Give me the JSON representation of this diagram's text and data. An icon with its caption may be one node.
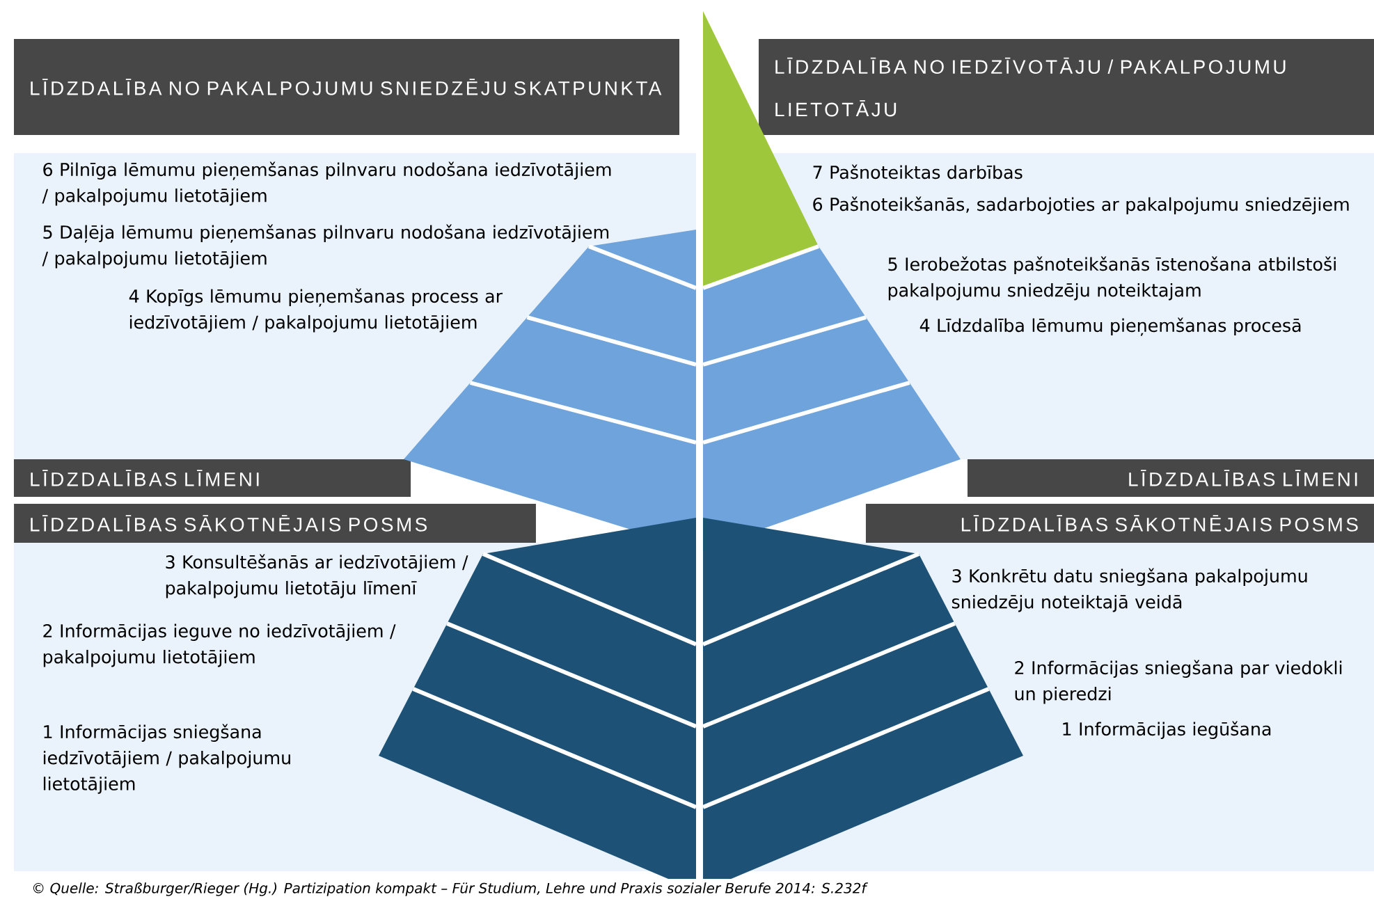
{
  "diagram": {
    "caption": "© Quelle: Straßburger/Rieger (Hg.) Partizipation kompakt – Für Studium, Lehre und Praxis sozialer Berufe 2014: S.232f",
    "nodes": [
      {
        "text": [
          "LĪDZDALĪBA NO PAKALPOJUMU SNIEDZĒJU SKATPUNKTA"
        ]
      },
      {
        "text": [
          "LĪDZDALĪBA NO IEDZĪVOTĀJU / PAKALPOJUMU LIETOTĀJU"
        ]
      },
      {
        "text": [
          "LĪDZDALĪBAS LĪMENI"
        ]
      },
      {
        "text": [
          "LĪDZDALĪBAS LĪMENI"
        ]
      },
      {
        "text": [
          "LĪDZDALĪBAS SĀKOTNĒJAIS POSMS"
        ]
      },
      {
        "text": [
          "LĪDZDALĪBAS SĀKOTNĒJAIS POSMS"
        ]
      }
    ],
    "labels": [
      "6 Pilnīga lēmumu pieņemšanas pilnvaru nodošana iedzīvotājiem / pakalpojumu lietotājiem",
      "7 Pašnoteiktas darbības",
      "6 Pašnoteikšanās, sadarbojoties ar pakalpojumu sniedzējiem",
      "5 Daļēja lēmumu pieņemšanas pilnvaru nodošana iedzīvotājiem / pakalpojumu lietotājiem",
      "5 Ierobežotas pašnoteikšanās īstenošana atbilstoši pakalpojumu sniedzēju noteiktajam",
      "4 Kopīgs lēmumu pieņemšanas process ar iedzīvotājiem / pakalpojumu lietotājiem",
      "4 Līdzdalība lēmumu pieņemšanas procesā",
      "3 Konsultēšanās ar iedzīvotājiem / pakalpojumu lietotāju līmenī",
      "3 Konkrētu datu sniegšana pakalpojumu sniedzēju noteiktajā veidā",
      "2 Informācijas ieguve no iedzīvotājiem / pakalpojumu lietotājiem",
      "2 Informācijas sniegšana par viedokli un pieredzi",
      "1 Informācijas sniegšana iedzīvotājiem / pakalpojumu lietotājiem",
      "1 Informācijas iegūšana"
    ]
  }
}
